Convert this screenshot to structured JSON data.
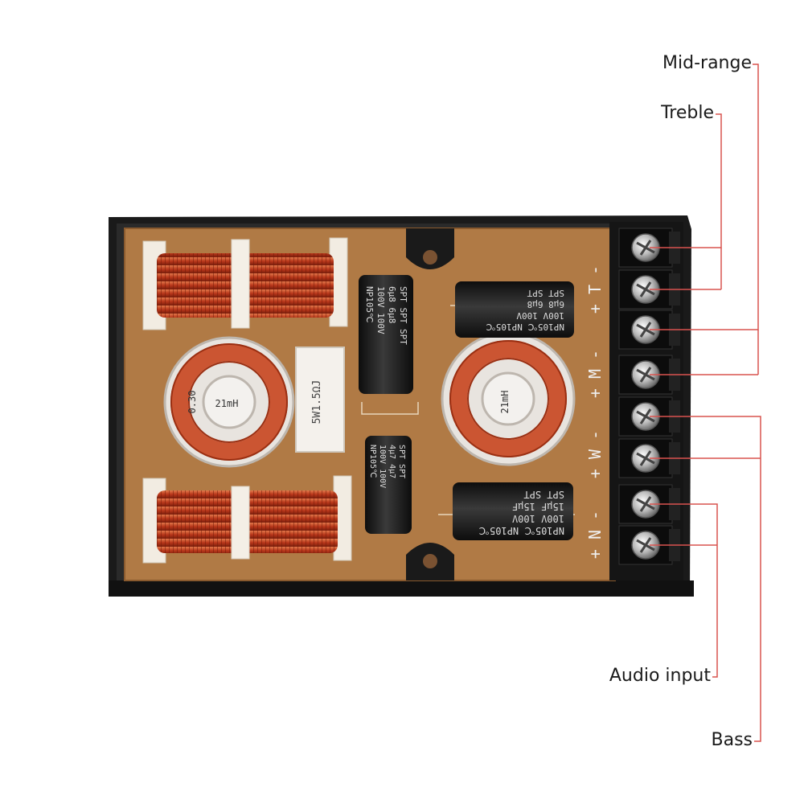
{
  "callouts": {
    "mid_range": "Mid-range",
    "treble": "Treble",
    "audio_input": "Audio input",
    "bass": "Bass"
  },
  "terminal_labels": {
    "treble": "+ T -",
    "mid": "+ M -",
    "woofer": "+ W -",
    "input": "+ N -"
  },
  "components": {
    "air_core_inductor_1": "21mH",
    "air_core_inductor_2": "21mH",
    "air_core_inductor_1_value": "0.30",
    "resistor": "5W1.5ΩJ",
    "cap_a": [
      "SPT SPT SPT",
      "6μ8 6μ8",
      "100V 100V",
      "NP105℃"
    ],
    "cap_b": [
      "SPT SPT",
      "4μ7 4μ7",
      "100V 100V",
      "NP105℃"
    ],
    "cap_c": [
      "NP105℃ NP105℃",
      "100V 100V",
      "6μ8 6μ8",
      "SPT SPT"
    ],
    "cap_d": [
      "NP105℃ NP105℃",
      "100V 100V",
      "15μF 15μF",
      "SPT SPT"
    ]
  },
  "colors": {
    "leader_line": "#d9534f",
    "board": "#b07a45",
    "housing": "#1c1c1c",
    "copper": "#c8451f"
  }
}
